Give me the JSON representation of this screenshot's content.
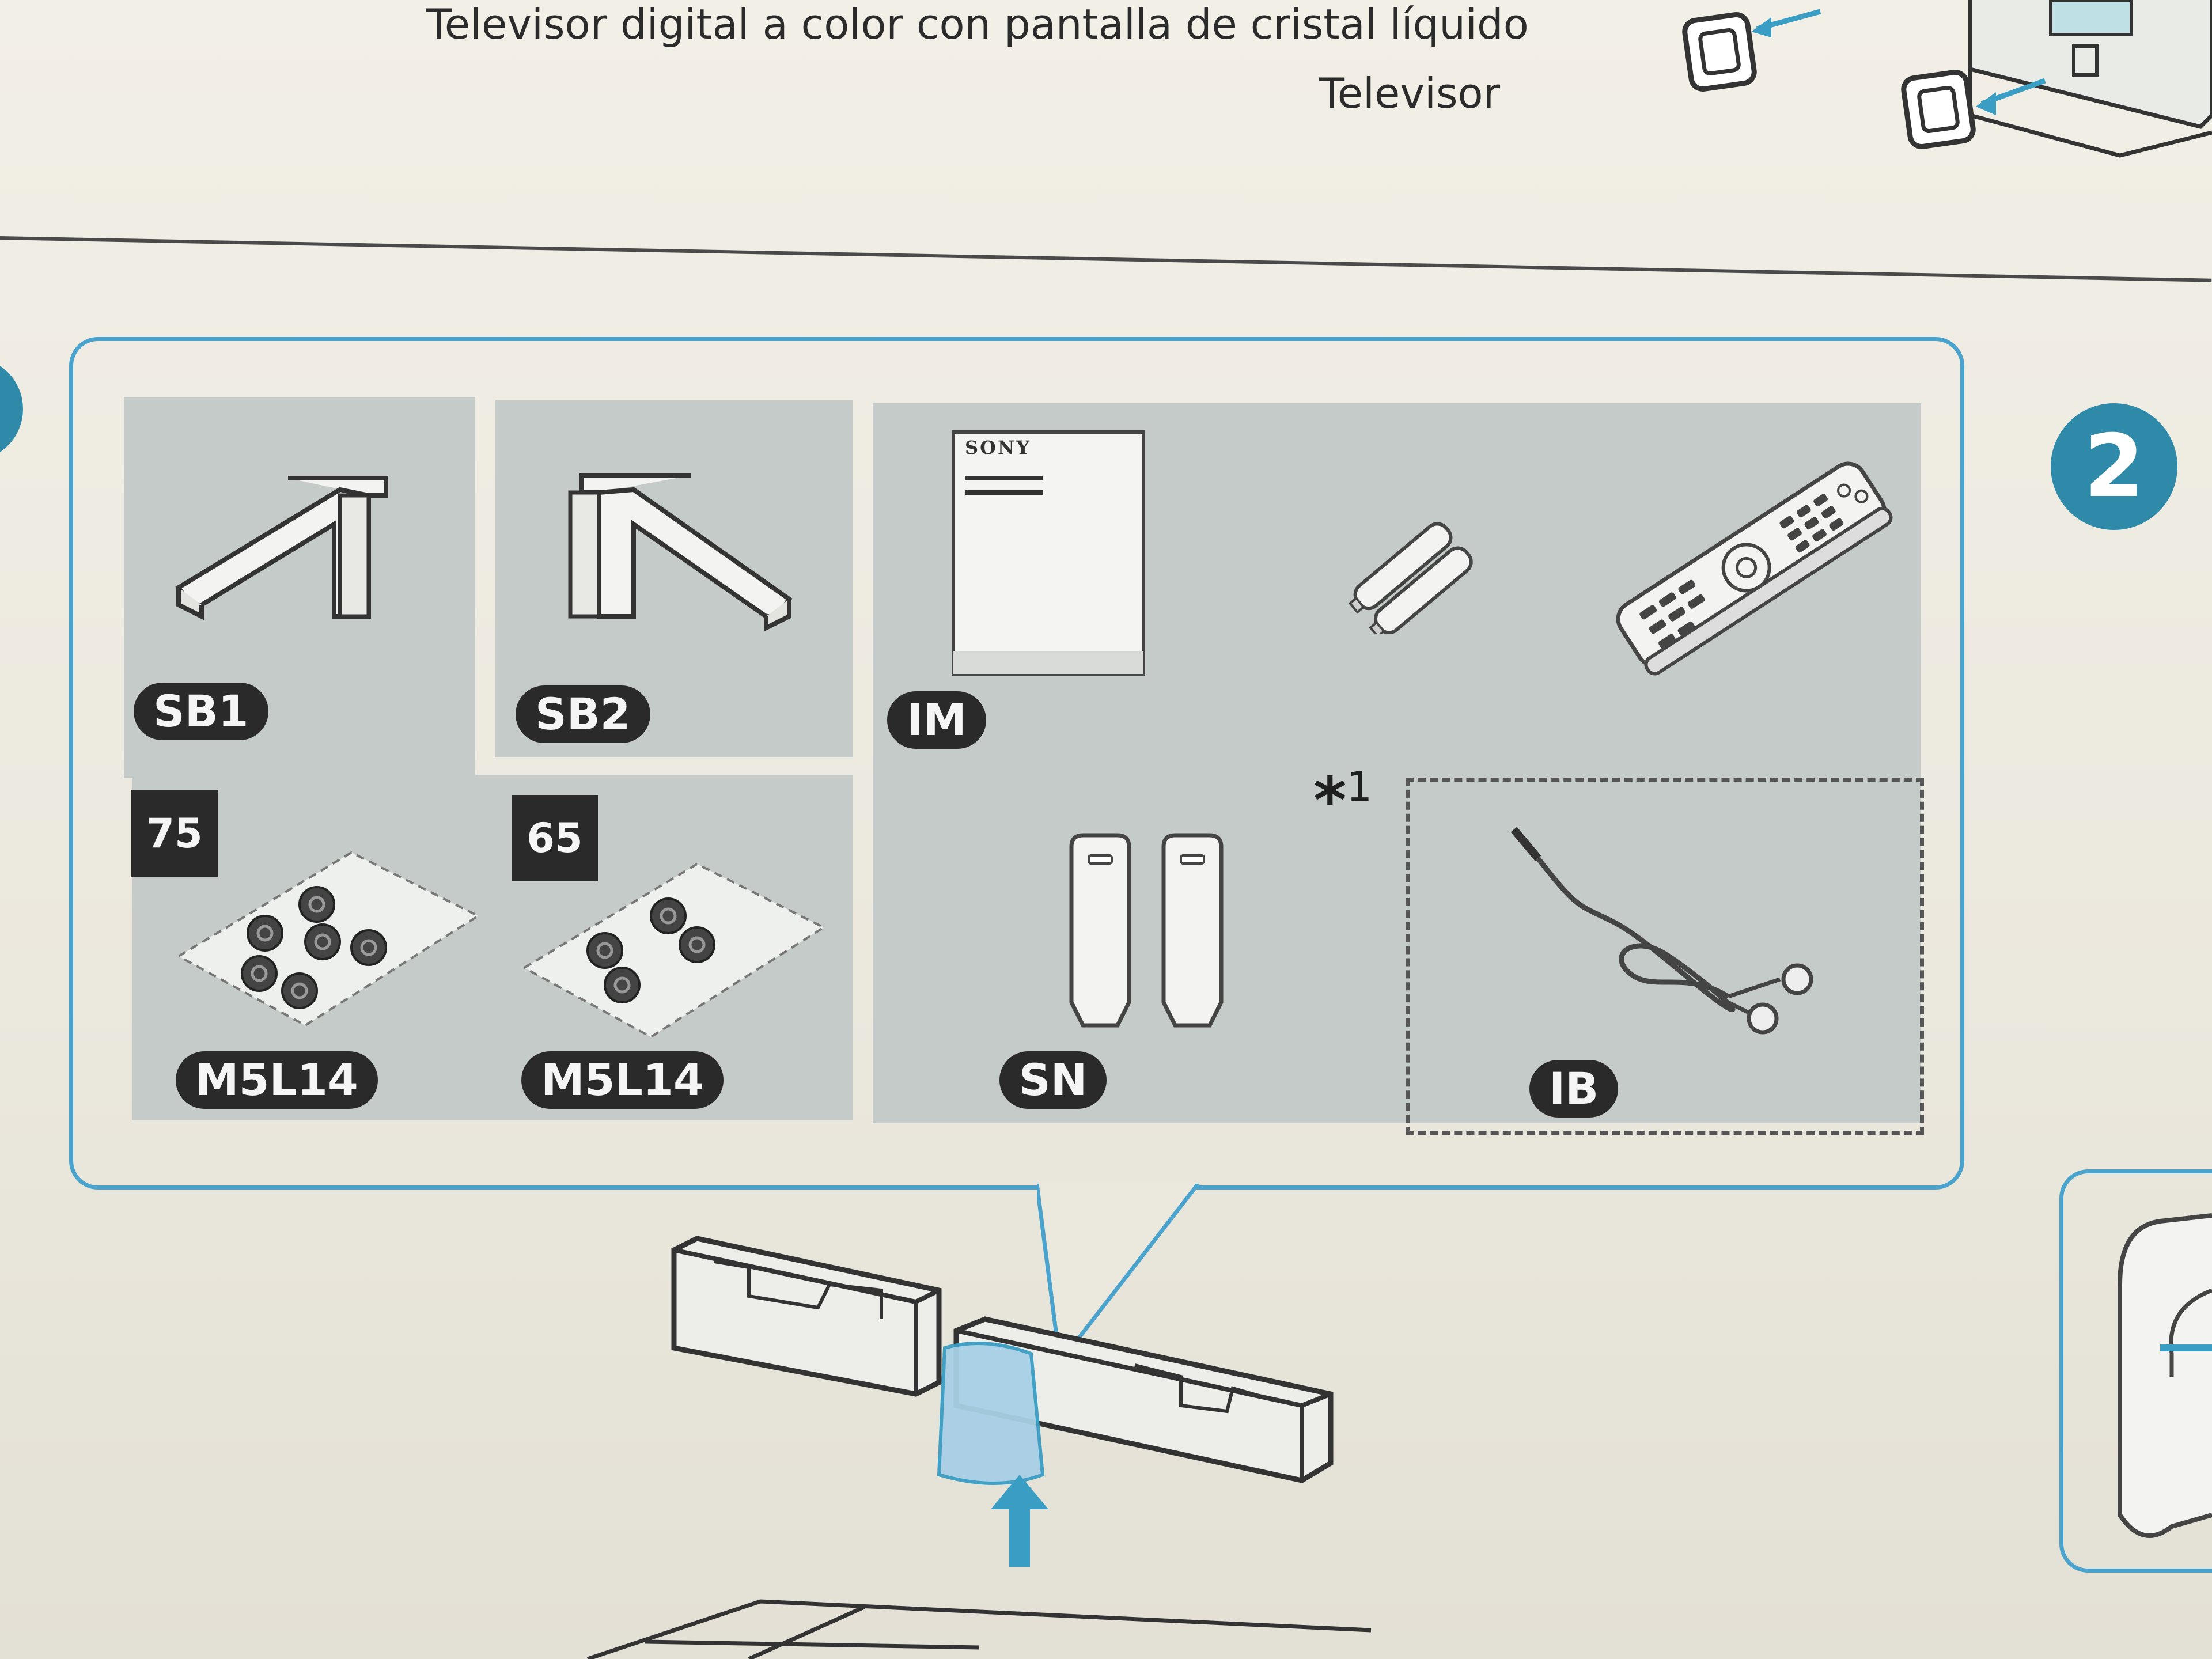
{
  "header": {
    "line1": "Televisor digital a color con pantalla de cristal líquido",
    "line2": "Televisor"
  },
  "parts": {
    "sb1": "SB1",
    "sb2": "SB2",
    "im": "IM",
    "sn": "SN",
    "ib": "IB",
    "screws_75_size": "75",
    "screws_75_label": "M5L14",
    "screws_65_size": "65",
    "screws_65_label": "M5L14",
    "manual_brand": "SONY",
    "note_mark": "*",
    "note_number": "1"
  },
  "step": {
    "number": "2"
  },
  "colors": {
    "accent_blue": "#4aa3cc",
    "step_circle": "#2f8aa9",
    "label_bg": "#2a2a2a"
  }
}
